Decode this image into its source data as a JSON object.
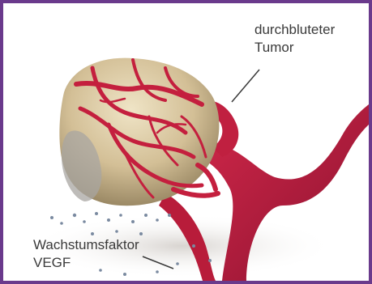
{
  "labels": {
    "tumor_line1": "durchbluteter",
    "tumor_line2": "Tumor",
    "vegf_line1": "Wachstumsfaktor",
    "vegf_line2": "VEGF"
  },
  "colors": {
    "frame_border": "#6a3a8c",
    "vessel": "#c41f3e",
    "vessel_dark": "#8c1230",
    "tumor_base": "#d9c8a3",
    "leader_line": "#3a3a3a"
  }
}
